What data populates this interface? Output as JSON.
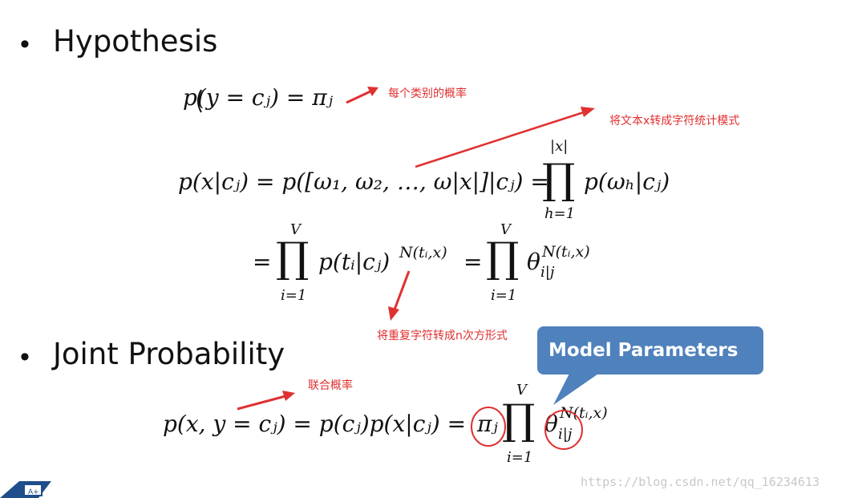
{
  "sections": {
    "hypothesis": {
      "bullet": "•",
      "title": "Hypothesis"
    },
    "joint": {
      "bullet": "•",
      "title": "Joint Probability"
    }
  },
  "equations": {
    "prior": "p(y = cⱼ) = πⱼ",
    "likelihood_lhs": "p(x|cⱼ) = p([ω₁, ω₂, …, ω|x|]|cⱼ) =",
    "likelihood_prod_top": "|x|",
    "likelihood_prod_bottom": "h=1",
    "likelihood_rhs": "p(ωₕ|cⱼ)",
    "rewrite_eq": "=",
    "rewrite_prod1_top": "V",
    "rewrite_prod1_bottom": "i=1",
    "rewrite_term": "p(tᵢ|cⱼ)",
    "rewrite_exp": "N(tᵢ,x)",
    "rewrite_eq2": "=",
    "rewrite_prod2_top": "V",
    "rewrite_prod2_bottom": "i=1",
    "rewrite_theta": "θ",
    "rewrite_theta_sub": "i|j",
    "rewrite_theta_exp": "N(tᵢ,x)",
    "joint_lhs": "p(x, y = cⱼ) = p(cⱼ)p(x|cⱼ) =",
    "joint_pi": "πⱼ",
    "joint_prod_top": "V",
    "joint_prod_bottom": "i=1",
    "joint_theta": "θ",
    "joint_theta_sub": "i|j",
    "joint_theta_exp": "N(tᵢ,x)",
    "prod_symbol": "∏"
  },
  "annotations": {
    "class_prob": "每个类别的概率",
    "text_to_pattern": "将文本x转成字符统计模式",
    "repeat_to_power": "将重复字符转成n次方形式",
    "joint_prob": "联合概率"
  },
  "callout": {
    "label": "Model Parameters",
    "color": "#4f81bd"
  },
  "watermark": "https://blog.csdn.net/qq_16234613",
  "colors": {
    "annotation": "#e03030",
    "text": "#111111"
  }
}
